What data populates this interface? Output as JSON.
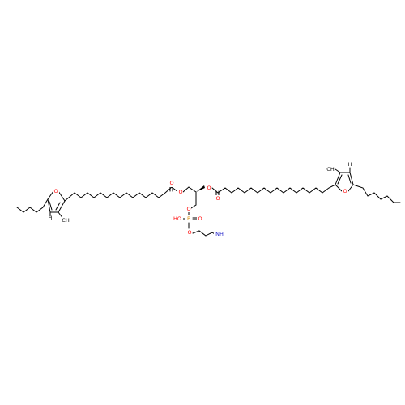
{
  "atom_labels": {
    "furan_left_o": "O",
    "furan_left_h": "H",
    "furan_left_methyl": "CH",
    "ester_left_carbonyl_o": "O",
    "ester_left_o": "O",
    "ester_right_o": "O",
    "ester_right_carbonyl_o": "O",
    "glycerol_o": "O",
    "phosphate_p": "P",
    "phosphate_oh": "HO",
    "phosphate_double_o": "O",
    "phosphate_o": "O",
    "amine": "NH",
    "furan_right_o": "O",
    "furan_right_h": "H",
    "furan_right_methyl": "CH"
  },
  "colors": {
    "bond": "#000000",
    "oxygen": "#ff0000",
    "nitrogen": "#2020c8",
    "phosphorus": "#d98c00"
  }
}
